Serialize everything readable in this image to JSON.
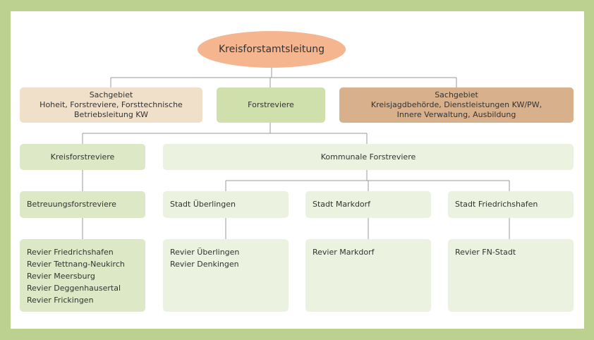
{
  "colors": {
    "frame": "#bcd18f",
    "root": "#f5b58f",
    "sachgebiet_left": "#f0e0c9",
    "forstreviere": "#cfe0ad",
    "sachgebiet_right": "#d8b08b",
    "kreis": "#dde8c6",
    "kommunal": "#ebf2df",
    "connector": "#999999"
  },
  "root": {
    "label": "Kreisforstamtsleitung"
  },
  "level1": {
    "sachgebiet_left": {
      "lines": [
        "Sachgebiet",
        "Hoheit, Forstreviere, Forsttechnische",
        "Betriebsleitung KW"
      ]
    },
    "forstreviere": {
      "label": "Forstreviere"
    },
    "sachgebiet_right": {
      "lines": [
        "Sachgebiet",
        "Kreisjagdbehörde, Dienstleistungen KW/PW,",
        "Innere Verwaltung, Ausbildung"
      ]
    }
  },
  "level2": {
    "kreisforstreviere": {
      "label": "Kreisforstreviere"
    },
    "kommunale": {
      "label": "Kommunale Forstreviere"
    }
  },
  "level3": {
    "betreuung": {
      "label": "Betreuungsforstreviere"
    },
    "ueberlingen": {
      "label": "Stadt Überlingen"
    },
    "markdorf": {
      "label": "Stadt Markdorf"
    },
    "friedrichshafen": {
      "label": "Stadt Friedrichshafen"
    }
  },
  "level4": {
    "betreuung_reviere": [
      "Revier Friedrichshafen",
      "Revier Tettnang-Neukirch",
      "Revier Meersburg",
      "Revier Deggenhausertal",
      "Revier Frickingen"
    ],
    "ueberlingen_reviere": [
      "Revier Überlingen",
      "Revier Denkingen"
    ],
    "markdorf_reviere": [
      "Revier Markdorf"
    ],
    "friedrichshafen_reviere": [
      "Revier FN-Stadt"
    ]
  }
}
